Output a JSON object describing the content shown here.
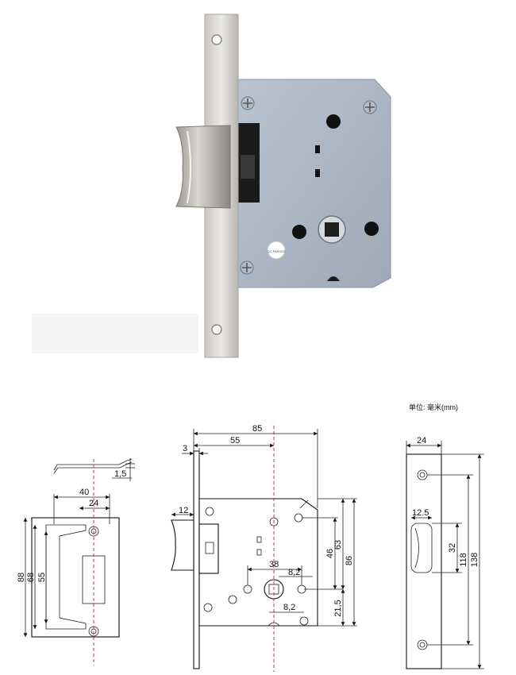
{
  "unit_label": "单位: 毫米(mm)",
  "photo": {
    "case_marking": "QC PASSED"
  },
  "strike_plate_drawing": {
    "thickness": "1,5",
    "width_outer": "40",
    "width_inner": "24",
    "height_total": "88",
    "height_mid": "68",
    "height_inner": "55"
  },
  "lock_body_drawing": {
    "total_length": "85",
    "backset": "55",
    "faceplate_thickness": "3",
    "latch_depth": "12",
    "height_hole_spacing": "46",
    "height_body": "63",
    "height_total": "86",
    "spindle_width": "38",
    "spindle_square_top": "8,2",
    "spindle_square_bottom": "8,2",
    "spindle_offset": "21,5"
  },
  "faceplate_drawing": {
    "width": "24",
    "latch_width": "12.5",
    "latch_height": "32",
    "hole_spacing": "118",
    "total_height": "138"
  }
}
